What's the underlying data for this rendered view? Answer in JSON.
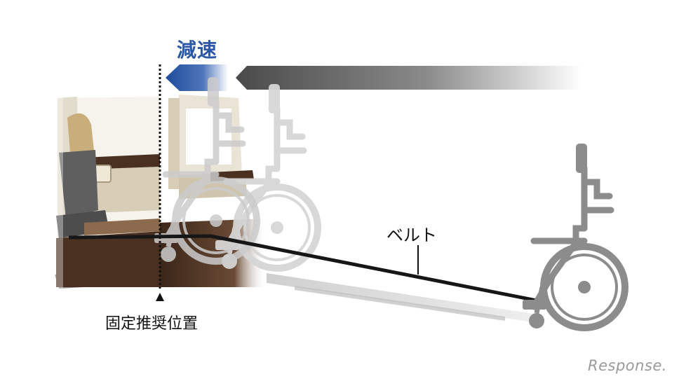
{
  "labels": {
    "deceleration": "減速",
    "belt": "ベルト",
    "fixed_recommended_position": "固定推奨位置"
  },
  "watermark": "Response.",
  "colors": {
    "deceleration_text": "#2c56a6",
    "arrow_blue": "#2a55a8",
    "arrow_gray": "#555555",
    "belt": "#161616",
    "wheelchair_gray": "#8c8c8c",
    "wheelchair_ghost": "#cfcfcf",
    "interior_brown": "#4a3020",
    "interior_beige": "#d8ceb7"
  },
  "icons": {
    "direction": "left-arrow-icon",
    "position_marker": "up-triangle-icon",
    "subject": "wheelchair-icon"
  }
}
